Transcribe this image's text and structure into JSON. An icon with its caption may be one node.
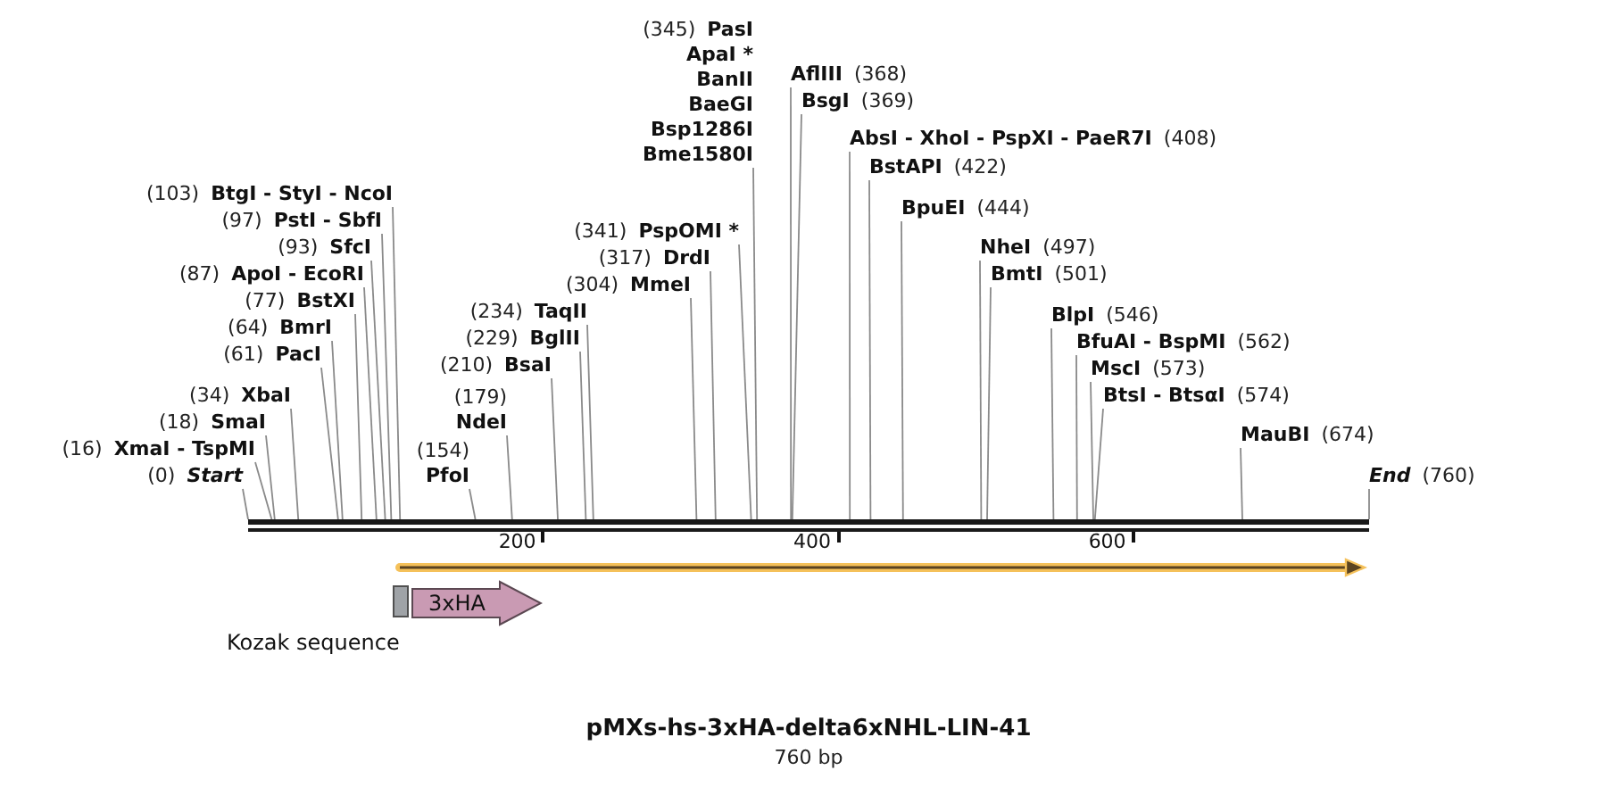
{
  "diagram": {
    "title": "pMXs-hs-3xHA-delta6xNHL-LIN-41",
    "caption": "760 bp",
    "nodes": [
      {
        "text": [
          "Start"
        ],
        "beside": [
          "(0)"
        ]
      },
      {
        "text": [
          "XmaI - TspMI"
        ],
        "beside": [
          "(16)"
        ]
      },
      {
        "text": [
          "SmaI"
        ],
        "beside": [
          "(18)"
        ]
      },
      {
        "text": [
          "XbaI"
        ],
        "beside": [
          "(34)"
        ]
      },
      {
        "text": [
          "PacI"
        ],
        "beside": [
          "(61)"
        ]
      },
      {
        "text": [
          "BmrI"
        ],
        "beside": [
          "(64)"
        ]
      },
      {
        "text": [
          "BstXI"
        ],
        "beside": [
          "(77)"
        ]
      },
      {
        "text": [
          "ApoI - EcoRI"
        ],
        "beside": [
          "(87)"
        ]
      },
      {
        "text": [
          "SfcI"
        ],
        "beside": [
          "(93)"
        ]
      },
      {
        "text": [
          "PstI - SbfI"
        ],
        "beside": [
          "(97)"
        ]
      },
      {
        "text": [
          "BtgI - StyI - NcoI"
        ],
        "beside": [
          "(103)"
        ]
      },
      {
        "text": [
          "PfoI"
        ],
        "beside": [
          "(154)"
        ]
      },
      {
        "text": [
          "NdeI"
        ],
        "beside": [
          "(179)"
        ]
      },
      {
        "text": [
          "BsaI"
        ],
        "beside": [
          "(210)"
        ]
      },
      {
        "text": [
          "BglII"
        ],
        "beside": [
          "(229)"
        ]
      },
      {
        "text": [
          "TaqII"
        ],
        "beside": [
          "(234)"
        ]
      },
      {
        "text": [
          "MmeI"
        ],
        "beside": [
          "(304)"
        ]
      },
      {
        "text": [
          "DrdI"
        ],
        "beside": [
          "(317)"
        ]
      },
      {
        "text": [
          "PspOMI *"
        ],
        "beside": [
          "(341)"
        ]
      },
      {
        "text": [
          "PasI",
          "ApaI *",
          "BanII",
          "BaeGI",
          "Bsp1286I",
          "Bme1580I"
        ],
        "beside": [
          "(345)"
        ]
      },
      {
        "text": [
          "AflIII"
        ],
        "beside": [
          "(368)"
        ]
      },
      {
        "text": [
          "BsgI"
        ],
        "beside": [
          "(369)"
        ]
      },
      {
        "text": [
          "AbsI - XhoI - PspXI - PaeR7I"
        ],
        "beside": [
          "(408)"
        ]
      },
      {
        "text": [
          "BstAPI"
        ],
        "beside": [
          "(422)"
        ]
      },
      {
        "text": [
          "BpuEI"
        ],
        "beside": [
          "(444)"
        ]
      },
      {
        "text": [
          "NheI"
        ],
        "beside": [
          "(497)"
        ]
      },
      {
        "text": [
          "BmtI"
        ],
        "beside": [
          "(501)"
        ]
      },
      {
        "text": [
          "BlpI"
        ],
        "beside": [
          "(546)"
        ]
      },
      {
        "text": [
          "BfuAI - BspMI"
        ],
        "beside": [
          "(562)"
        ]
      },
      {
        "text": [
          "MscI"
        ],
        "beside": [
          "(573)"
        ]
      },
      {
        "text": [
          "BtsI - BtsαI"
        ],
        "beside": [
          "(574)"
        ]
      },
      {
        "text": [
          "MauBI"
        ],
        "beside": [
          "(674)"
        ]
      },
      {
        "text": [
          "End"
        ],
        "beside": [
          "(760)"
        ]
      },
      {
        "text": [],
        "shape": "bar"
      },
      {
        "text": [],
        "shape": "arrow"
      },
      {
        "text": [
          "Kozak sequence"
        ]
      },
      {
        "text": [
          "3xHA"
        ]
      }
    ],
    "edges": [
      {
        "from": 0,
        "to": 33,
        "arrow": "none"
      },
      {
        "from": 1,
        "to": 33,
        "arrow": "none"
      },
      {
        "from": 2,
        "to": 33,
        "arrow": "none"
      },
      {
        "from": 3,
        "to": 33,
        "arrow": "none"
      },
      {
        "from": 4,
        "to": 33,
        "arrow": "none"
      },
      {
        "from": 5,
        "to": 33,
        "arrow": "none"
      },
      {
        "from": 6,
        "to": 33,
        "arrow": "none"
      },
      {
        "from": 7,
        "to": 33,
        "arrow": "none"
      },
      {
        "from": 8,
        "to": 33,
        "arrow": "none"
      },
      {
        "from": 9,
        "to": 33,
        "arrow": "none"
      },
      {
        "from": 10,
        "to": 33,
        "arrow": "none"
      },
      {
        "from": 11,
        "to": 33,
        "arrow": "none"
      },
      {
        "from": 12,
        "to": 33,
        "arrow": "none"
      },
      {
        "from": 13,
        "to": 33,
        "arrow": "none"
      },
      {
        "from": 14,
        "to": 33,
        "arrow": "none"
      },
      {
        "from": 15,
        "to": 33,
        "arrow": "none"
      },
      {
        "from": 16,
        "to": 33,
        "arrow": "none"
      },
      {
        "from": 17,
        "to": 33,
        "arrow": "none"
      },
      {
        "from": 18,
        "to": 33,
        "arrow": "none"
      },
      {
        "from": 19,
        "to": 33,
        "arrow": "none"
      },
      {
        "from": 20,
        "to": 33,
        "arrow": "none"
      },
      {
        "from": 21,
        "to": 33,
        "arrow": "none"
      },
      {
        "from": 22,
        "to": 33,
        "arrow": "none"
      },
      {
        "from": 23,
        "to": 33,
        "arrow": "none"
      },
      {
        "from": 24,
        "to": 33,
        "arrow": "none"
      },
      {
        "from": 25,
        "to": 33,
        "arrow": "none"
      },
      {
        "from": 26,
        "to": 33,
        "arrow": "none"
      },
      {
        "from": 27,
        "to": 33,
        "arrow": "none"
      },
      {
        "from": 28,
        "to": 33,
        "arrow": "none"
      },
      {
        "from": 29,
        "to": 33,
        "arrow": "none"
      },
      {
        "from": 30,
        "to": 33,
        "arrow": "none"
      },
      {
        "from": 31,
        "to": 33,
        "arrow": "none"
      },
      {
        "from": 32,
        "to": 33,
        "arrow": "none"
      }
    ],
    "labels": [
      "200",
      "400",
      "600"
    ]
  }
}
